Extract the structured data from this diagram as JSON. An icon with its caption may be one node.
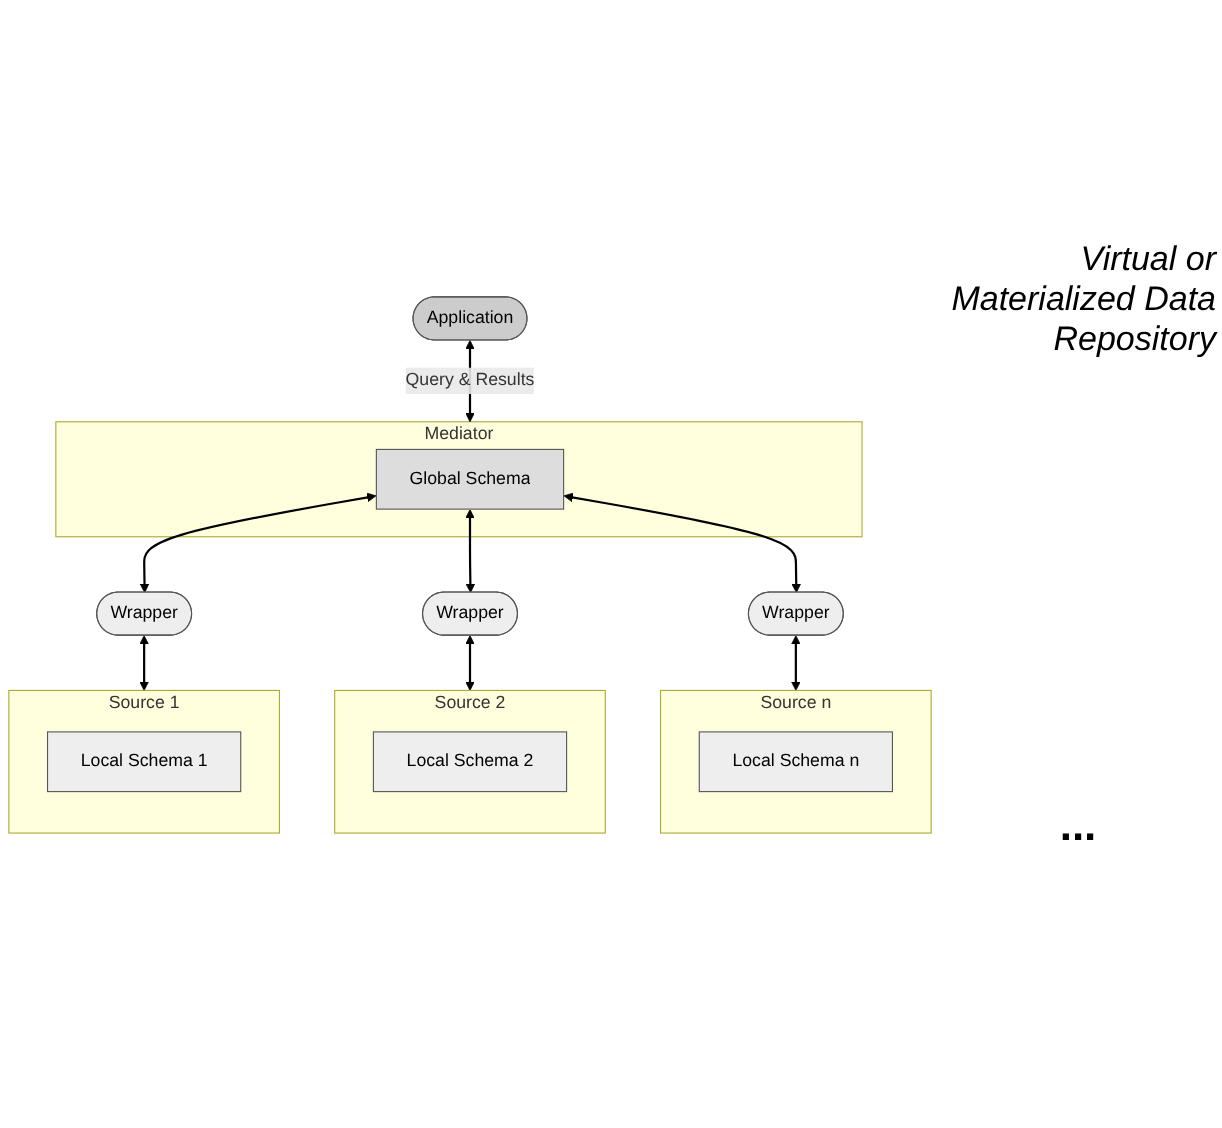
{
  "diagram": {
    "nodes": [
      {
        "text": [
          "Application"
        ]
      },
      {
        "text": [
          "Mediator"
        ],
        "beside": [
          "Virtual or Materialized Data Repository"
        ]
      },
      {
        "text": [
          "Global Schema"
        ],
        "in": 1
      },
      {
        "text": [
          "Wrapper"
        ]
      },
      {
        "text": [
          "Wrapper"
        ]
      },
      {
        "text": [
          "Wrapper"
        ]
      },
      {
        "text": [
          "Source 1"
        ]
      },
      {
        "text": [
          "Local Schema 1"
        ],
        "in": 6
      },
      {
        "text": [
          "Source 2"
        ]
      },
      {
        "text": [
          "Local Schema 2"
        ],
        "in": 8
      },
      {
        "text": [
          "Source n"
        ]
      },
      {
        "text": [
          "Local Schema n"
        ],
        "in": 10
      }
    ],
    "edges": [
      {
        "from": 0,
        "to": 1,
        "arrow": "both",
        "label": "Query & Results"
      },
      {
        "from": 2,
        "to": 3,
        "arrow": "both"
      },
      {
        "from": 2,
        "to": 4,
        "arrow": "both"
      },
      {
        "from": 2,
        "to": 5,
        "arrow": "both"
      },
      {
        "from": 3,
        "to": 6,
        "arrow": "both"
      },
      {
        "from": 4,
        "to": 8,
        "arrow": "both"
      },
      {
        "from": 5,
        "to": 10,
        "arrow": "both"
      }
    ],
    "labels": [
      "..."
    ]
  }
}
